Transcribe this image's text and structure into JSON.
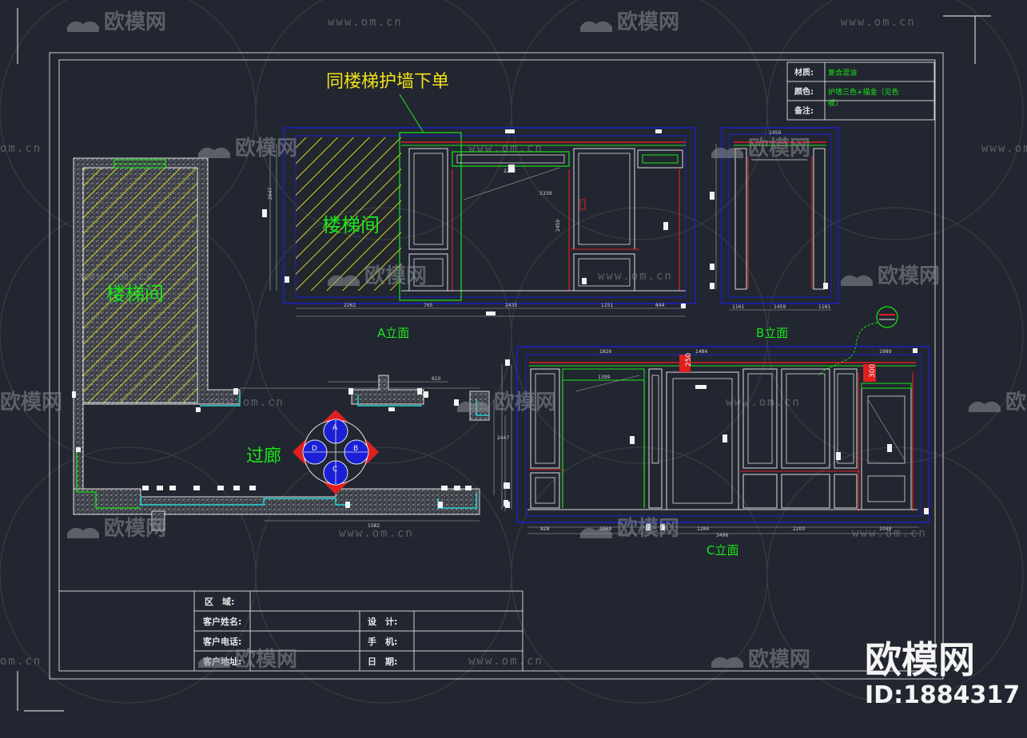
{
  "watermark": {
    "brand": "欧模网",
    "url": "www.om.cn",
    "url_partial": "om.cn",
    "brand_partial": "欧模网"
  },
  "brand_badge": {
    "name": "欧模网",
    "id": "ID:1884317"
  },
  "annotations": {
    "top_note": "同楼梯护墙下单",
    "stair_left": "楼梯间",
    "stair_elev": "楼梯间",
    "corridor": "过廊",
    "elev_a": "A立面",
    "elev_b": "B立面",
    "elev_c": "C立面"
  },
  "compass": {
    "a": "A",
    "b": "B",
    "c": "C",
    "d": "D"
  },
  "material_table": {
    "rows": [
      {
        "label": "材质:",
        "value": "复合混油"
      },
      {
        "label": "颜色:",
        "value": "护墙三色+描金（见色"
      },
      {
        "label": "备注:",
        "value": "板）"
      }
    ]
  },
  "title_block": {
    "area": "区　域:",
    "customer_name": "客户姓名:",
    "customer_phone": "客户电话:",
    "customer_address": "客户地址:",
    "design": "设　计:",
    "mobile": "手　机:",
    "date": "日　期:"
  },
  "dims": {
    "a_top": [
      "2282",
      "5339"
    ],
    "a_bottom": [
      "2262",
      "765",
      "2435",
      "1151",
      "844"
    ],
    "a_side": [
      "2647",
      "2450"
    ],
    "b_top": "1459",
    "b_bottom": [
      "1161",
      "1459",
      "1161"
    ],
    "c_top": [
      "1826",
      "1484",
      "1989",
      "1399"
    ],
    "c_bottom": [
      "828",
      "1868",
      "1284",
      "2200",
      "1049"
    ],
    "c_total": "3496",
    "c_tag1": "250",
    "c_tag2": "300",
    "plan": [
      "610",
      "1582",
      "2447"
    ]
  },
  "colors": {
    "background": "#222630",
    "frame": "#d0d0d0",
    "outline_blue": "#1b20d6",
    "green": "#19e619",
    "red": "#e01f1f",
    "cyan": "#22d3d3",
    "yellow": "#f2e21a",
    "magenta": "#c028c0"
  }
}
